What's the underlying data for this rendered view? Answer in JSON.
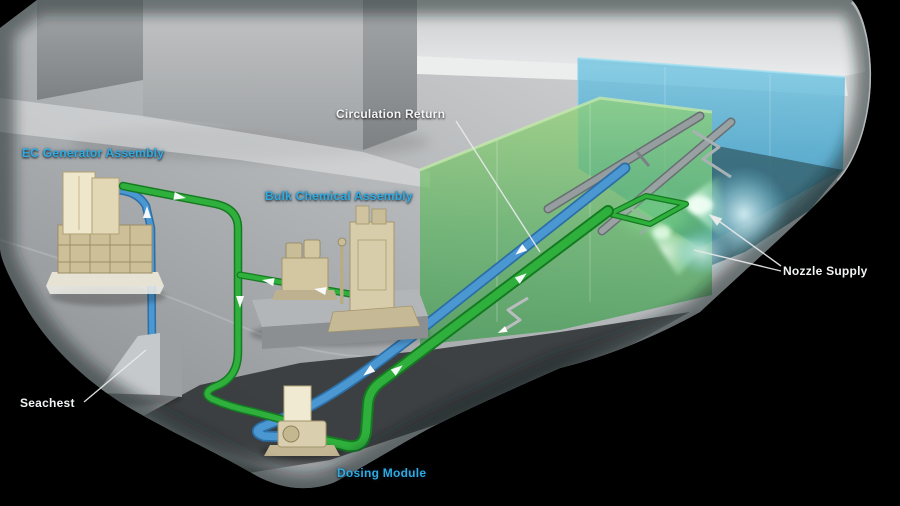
{
  "figure": {
    "callouts": {
      "ec_generator": {
        "text": "EC Generator Assembly",
        "style": "cyan"
      },
      "bulk_chemical": {
        "text": "Bulk Chemical Assembly",
        "style": "cyan"
      },
      "circulation_return": {
        "text": "Circulation Return",
        "style": "white"
      },
      "nozzle_supply": {
        "text": "Nozzle Supply",
        "style": "white"
      },
      "seachest": {
        "text": "Seachest",
        "style": "white"
      },
      "dosing_module": {
        "text": "Dosing Module",
        "style": "cyan"
      }
    },
    "colors": {
      "background": "#000000",
      "label_cyan": "#2fabe1",
      "label_white": "#f2f4f5",
      "hull_grey": "#b4b7b9",
      "pipe_green": "#2fb03c",
      "pipe_blue": "#4a97d2",
      "pipe_grey": "#939a9c",
      "tank_blue": "#3fa9d4",
      "tank_green": "#55b45e",
      "machine_beige": "#d8cdaa",
      "spray_cyan": "#d8f7ff"
    }
  }
}
